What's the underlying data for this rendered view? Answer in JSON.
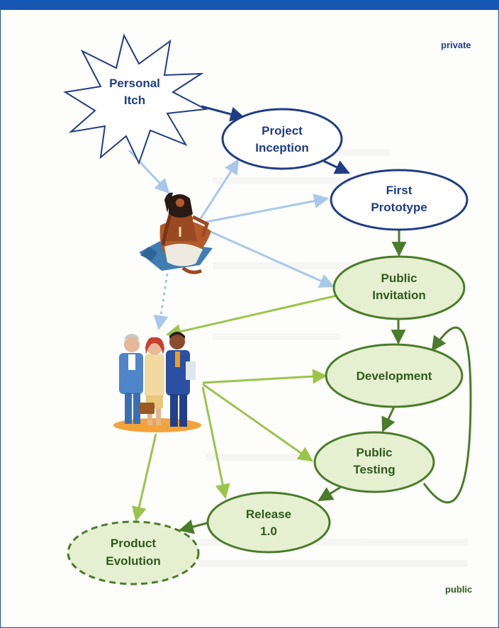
{
  "corner_labels": {
    "private": "private",
    "public": "public"
  },
  "nodes": {
    "personal_itch": [
      "Personal",
      "Itch"
    ],
    "project_inception": [
      "Project",
      "Inception"
    ],
    "first_prototype": [
      "First",
      "Prototype"
    ],
    "public_invitation": [
      "Public",
      "Invitation"
    ],
    "development": [
      "Development"
    ],
    "public_testing": [
      "Public",
      "Testing"
    ],
    "release": [
      "Release",
      "1.0"
    ],
    "product_evolution": [
      "Product",
      "Evolution"
    ]
  },
  "colors": {
    "frame_blue": "#1656b3",
    "dark_blue": "#1f3d85",
    "light_blue": "#a8c8ea",
    "node_fill_blue": "#ffffff",
    "node_fill_green": "#e5f0d0",
    "dark_green": "#4a7c2a",
    "light_green": "#9bc44a"
  },
  "illustrations": {
    "meditating_figure": "sadhu-icon",
    "group_of_people": "business-people-icon"
  }
}
